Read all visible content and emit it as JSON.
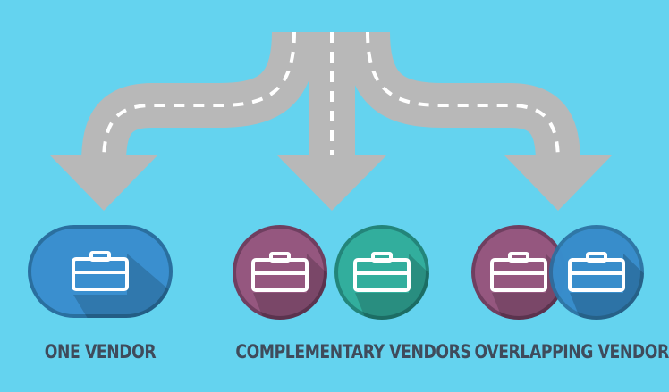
{
  "colors": {
    "background": "#64d3ef",
    "road": "#b8b8b8",
    "road_dash": "#ffffff",
    "blue": "#3a8fcf",
    "blue_edge": "#2a6f9f",
    "purple": "#95577f",
    "purple_edge": "#6f3f60",
    "teal": "#32ae9d",
    "teal_edge": "#23857a",
    "caption": "#3f4b5b"
  },
  "icons": {
    "vendor": "briefcase-icon",
    "path": "road-arrow"
  },
  "options": [
    {
      "label": "ONE VENDOR"
    },
    {
      "label": "COMPLEMENTARY VENDORS"
    },
    {
      "label": "OVERLAPPING VENDORS"
    }
  ]
}
